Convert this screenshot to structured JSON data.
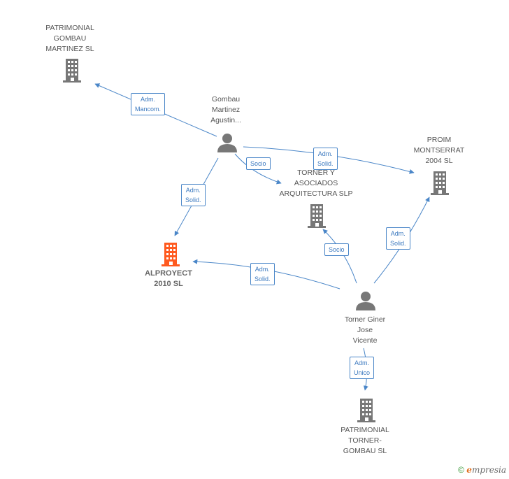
{
  "colors": {
    "company": "#777777",
    "main_company": "#ff5a1f",
    "person": "#777777",
    "edge": "#4a86c8"
  },
  "nodes": {
    "patrimonial_gombau": {
      "label": "PATRIMONIAL\nGOMBAU\nMARTINEZ  SL",
      "kind": "company"
    },
    "gombau_person": {
      "label": "Gombau\nMartinez\nAgustin...",
      "kind": "person"
    },
    "proim": {
      "label": "PROIM\nMONTSERRAT\n2004 SL",
      "kind": "company"
    },
    "torner_asociados": {
      "label": "TORNER Y\nASOCIADOS\nARQUITECTURA SLP",
      "kind": "company"
    },
    "alproyect": {
      "label": "ALPROYECT\n2010 SL",
      "kind": "main-company"
    },
    "torner_person": {
      "label": "Torner Giner\nJose\nVicente",
      "kind": "person"
    },
    "patrimonial_torner": {
      "label": "PATRIMONIAL\nTORNER-\nGOMBAU SL",
      "kind": "company"
    }
  },
  "edges": {
    "e1": {
      "label": "Adm.\nMancom."
    },
    "e2": {
      "label": "Adm.\nSolid."
    },
    "e3": {
      "label": "Socio"
    },
    "e4": {
      "label": "Adm.\nSolid."
    },
    "e5": {
      "label": "Adm.\nSolid."
    },
    "e6": {
      "label": "Socio"
    },
    "e7": {
      "label": "Adm.\nSolid."
    },
    "e8": {
      "label": "Adm.\nUnico"
    }
  },
  "footer": {
    "copyright": "©",
    "brand_e": "e",
    "brand_rest": "mpresia"
  }
}
